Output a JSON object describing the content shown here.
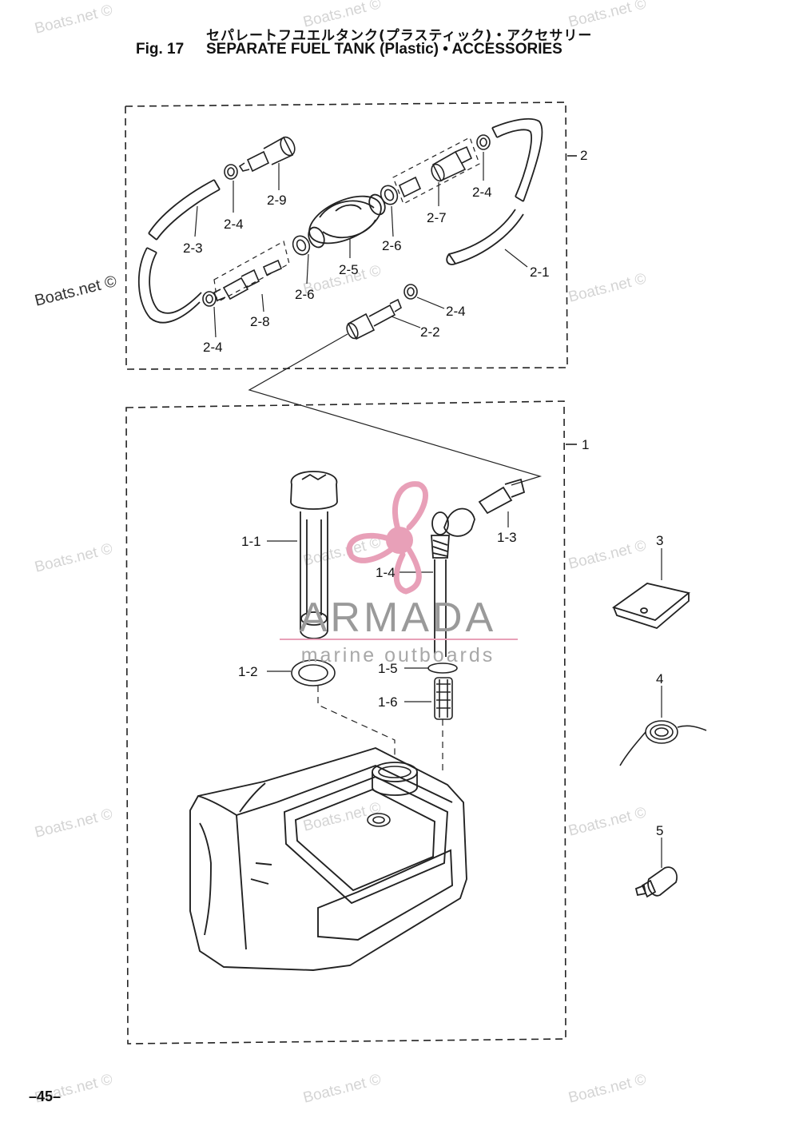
{
  "header": {
    "title_jp": "セパレートフユエルタンク(プラスティック)・アクセサリー",
    "fig_label": "Fig. 17",
    "title_en": "SEPARATE FUEL TANK (Plastic) • ACCESSORIES"
  },
  "footer": {
    "page_number": "–45–"
  },
  "watermarks": {
    "boats": "Boats.net ©",
    "armada": "ARMADA",
    "armada_sub": "marine outboards",
    "brand_color": "#e8a0b8"
  },
  "callouts": {
    "c2": "2",
    "c2_1": "2-1",
    "c2_2": "2-2",
    "c2_3": "2-3",
    "c2_4a": "2-4",
    "c2_4b": "2-4",
    "c2_4c": "2-4",
    "c2_4d": "2-4",
    "c2_5": "2-5",
    "c2_6a": "2-6",
    "c2_6b": "2-6",
    "c2_7": "2-7",
    "c2_8": "2-8",
    "c2_9": "2-9",
    "c1": "1",
    "c1_1": "1-1",
    "c1_2": "1-2",
    "c1_3": "1-3",
    "c1_4": "1-4",
    "c1_5": "1-5",
    "c1_6": "1-6",
    "c3": "3",
    "c4": "4",
    "c5": "5"
  }
}
